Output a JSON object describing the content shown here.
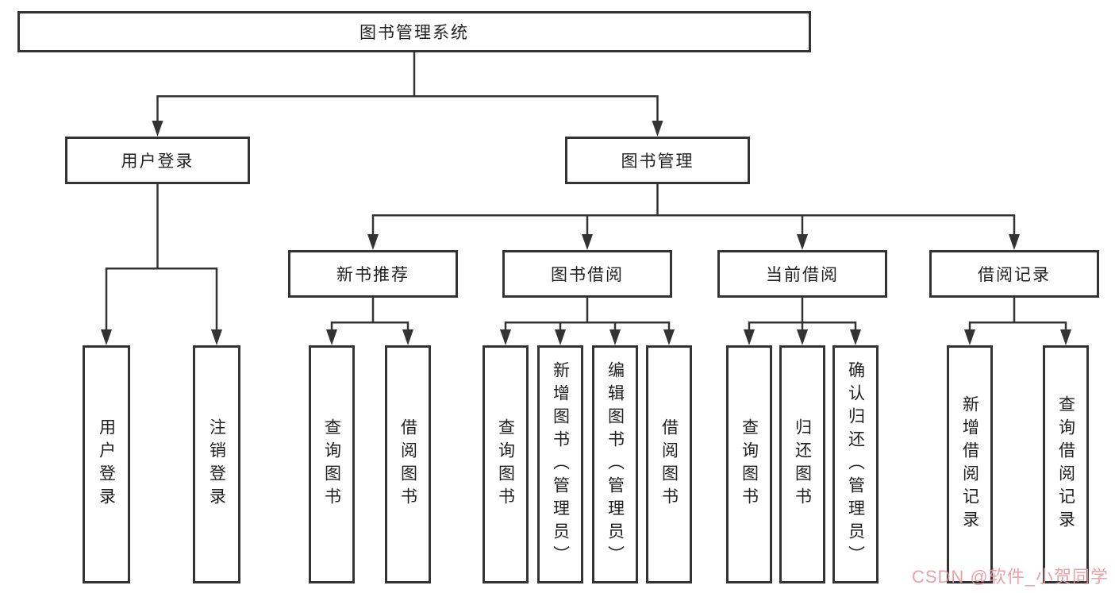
{
  "diagram_title": "图书管理系统",
  "nodes": {
    "root": {
      "label": "图书管理系统"
    },
    "user_login": {
      "label": "用户登录"
    },
    "book_mgmt": {
      "label": "图书管理"
    },
    "new_book_rec": {
      "label": "新书推荐"
    },
    "book_borrow": {
      "label": "图书借阅"
    },
    "current_borrow": {
      "label": "当前借阅"
    },
    "borrow_records": {
      "label": "借阅记录"
    },
    "leaf_user_login": {
      "label": "用户登录"
    },
    "leaf_logout": {
      "label": "注销登录"
    },
    "leaf_query_book_1": {
      "label": "查询图书"
    },
    "leaf_borrow_book_1": {
      "label": "借阅图书"
    },
    "leaf_query_book_2": {
      "label": "查询图书"
    },
    "leaf_add_book": {
      "label": "新增图书（管理员）"
    },
    "leaf_edit_book": {
      "label": "编辑图书（管理员）"
    },
    "leaf_borrow_book_2": {
      "label": "借阅图书"
    },
    "leaf_query_book_3": {
      "label": "查询图书"
    },
    "leaf_return_book": {
      "label": "归还图书"
    },
    "leaf_confirm_return": {
      "label": "确认归还（管理员）"
    },
    "leaf_add_record": {
      "label": "新增借阅记录"
    },
    "leaf_query_record": {
      "label": "查询借阅记录"
    }
  },
  "hierarchy": {
    "图书管理系统": {
      "用户登录": [
        "用户登录",
        "注销登录"
      ],
      "图书管理": {
        "新书推荐": [
          "查询图书",
          "借阅图书"
        ],
        "图书借阅": [
          "查询图书",
          "新增图书（管理员）",
          "编辑图书（管理员）",
          "借阅图书"
        ],
        "当前借阅": [
          "查询图书",
          "归还图书",
          "确认归还（管理员）"
        ],
        "借阅记录": [
          "新增借阅记录",
          "查询借阅记录"
        ]
      }
    }
  },
  "watermark": {
    "text": "CSDN @软件_小贺同学",
    "color": "#e7989e"
  },
  "colors": {
    "line": "#333333",
    "border": "#333333",
    "text": "#1f1f1f",
    "background": "#ffffff"
  }
}
